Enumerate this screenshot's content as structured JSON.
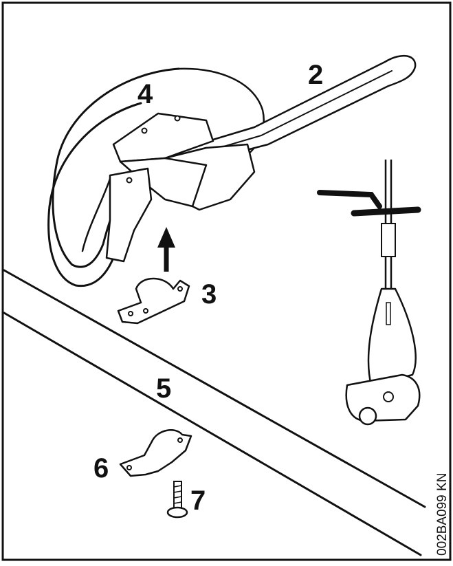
{
  "callouts": {
    "handle_tube": "2",
    "clamp_lower": "3",
    "loop_handle": "4",
    "drive_tube": "5",
    "clamp_upper": "6",
    "screw": "7"
  },
  "figure_code": "002BA099 KN",
  "colors": {
    "ink": "#111111",
    "paper": "#ffffff"
  },
  "icons": [
    "arrow-up-icon",
    "trimmer-icon"
  ]
}
